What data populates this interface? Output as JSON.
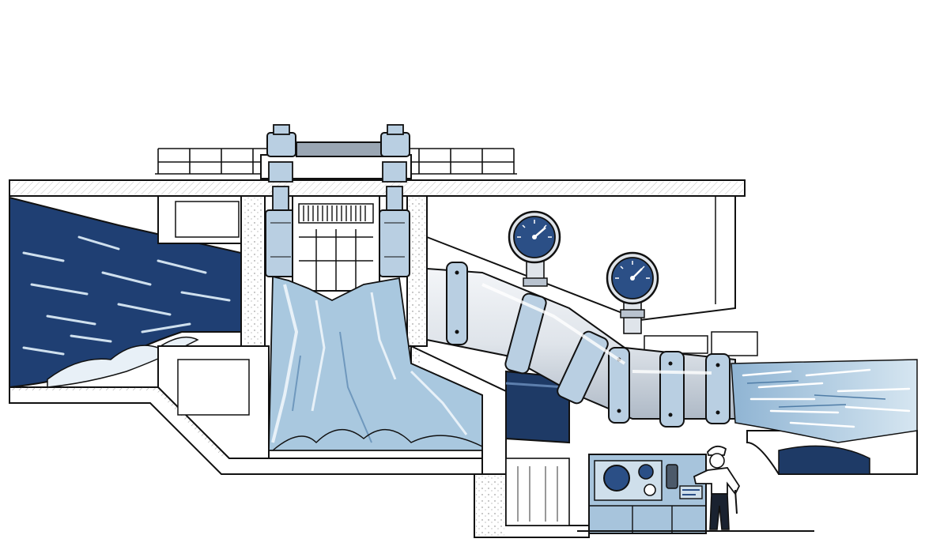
{
  "illustration": {
    "kind": "hydraulic dam cross-section with sluice gate, penstock pipes, pressure gauges and control panel operator",
    "palette": {
      "ink": "#111111",
      "navy": "#1e3a66",
      "deep_water": "#1f3f73",
      "light_water": "#a9c8df",
      "pale_water": "#d6e6f1",
      "steel": "#dfe4ea",
      "steel_shade": "#b9c3cf",
      "gauge_face": "#2b4f86",
      "panel": "#a7c4dc",
      "concrete": "#ffffff"
    },
    "gauges": [
      {
        "name": "pressure-gauge-left"
      },
      {
        "name": "pressure-gauge-right"
      }
    ],
    "control_panel": {
      "dials": 3,
      "operator": true
    }
  }
}
